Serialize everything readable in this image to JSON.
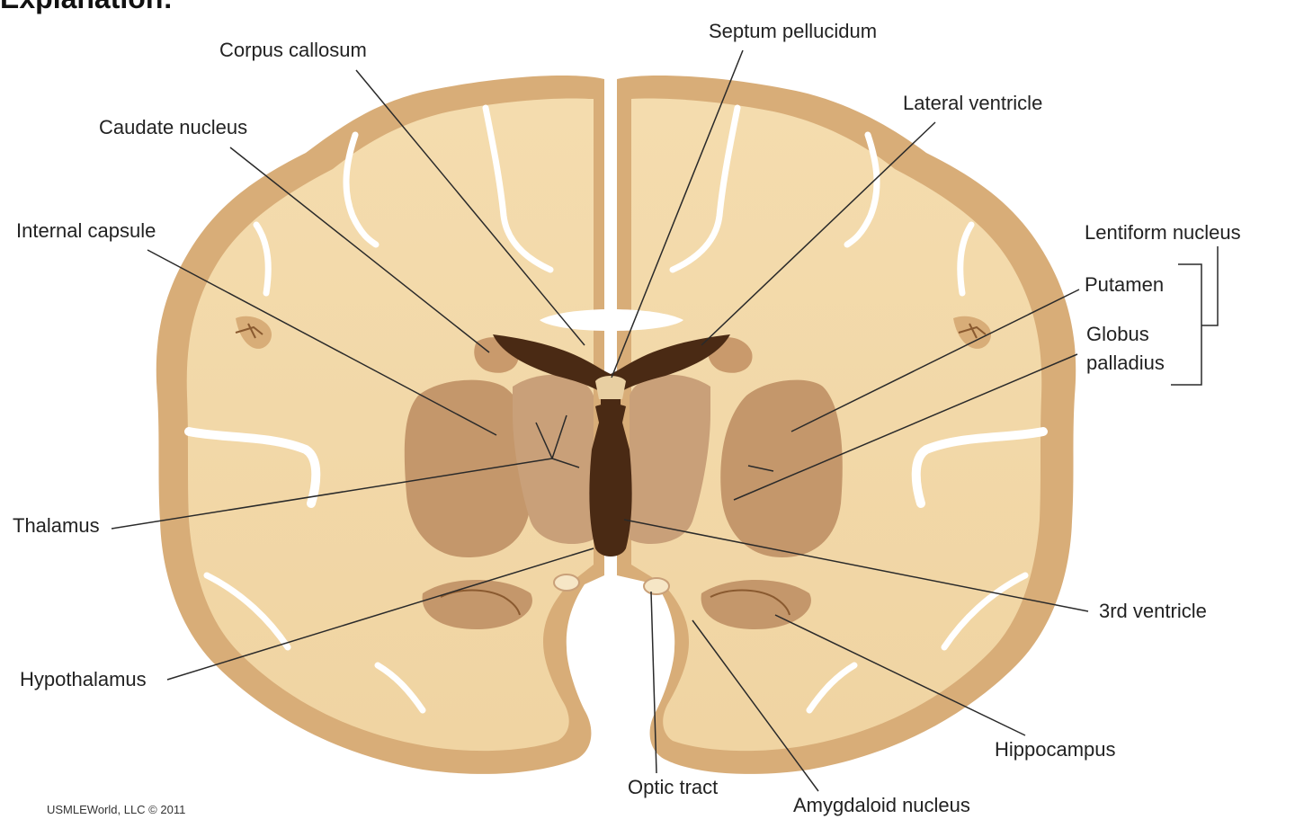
{
  "header": {
    "title": "Explanation:"
  },
  "labels": {
    "corpus_callosum": "Corpus callosum",
    "septum_pellucidum": "Septum pellucidum",
    "lateral_ventricle": "Lateral ventricle",
    "caudate_nucleus": "Caudate nucleus",
    "internal_capsule": "Internal capsule",
    "lentiform_nucleus": "Lentiform nucleus",
    "putamen": "Putamen",
    "globus_palladius_1": "Globus",
    "globus_palladius_2": "palladius",
    "thalamus": "Thalamus",
    "third_ventricle": "3rd ventricle",
    "hypothalamus": "Hypothalamus",
    "hippocampus": "Hippocampus",
    "optic_tract": "Optic tract",
    "amygdaloid_nucleus": "Amygdaloid nucleus"
  },
  "credit": "USMLEWorld, LLC © 2011",
  "colors": {
    "white_matter": "#f3d9ab",
    "gray_matter": "#d8ad78",
    "gray_matter_deep": "#c79a68",
    "basal_ganglia": "#c4976b",
    "thalamus": "#c9a079",
    "ventricle": "#4a2a14",
    "leader_line": "#2a2a2a"
  }
}
